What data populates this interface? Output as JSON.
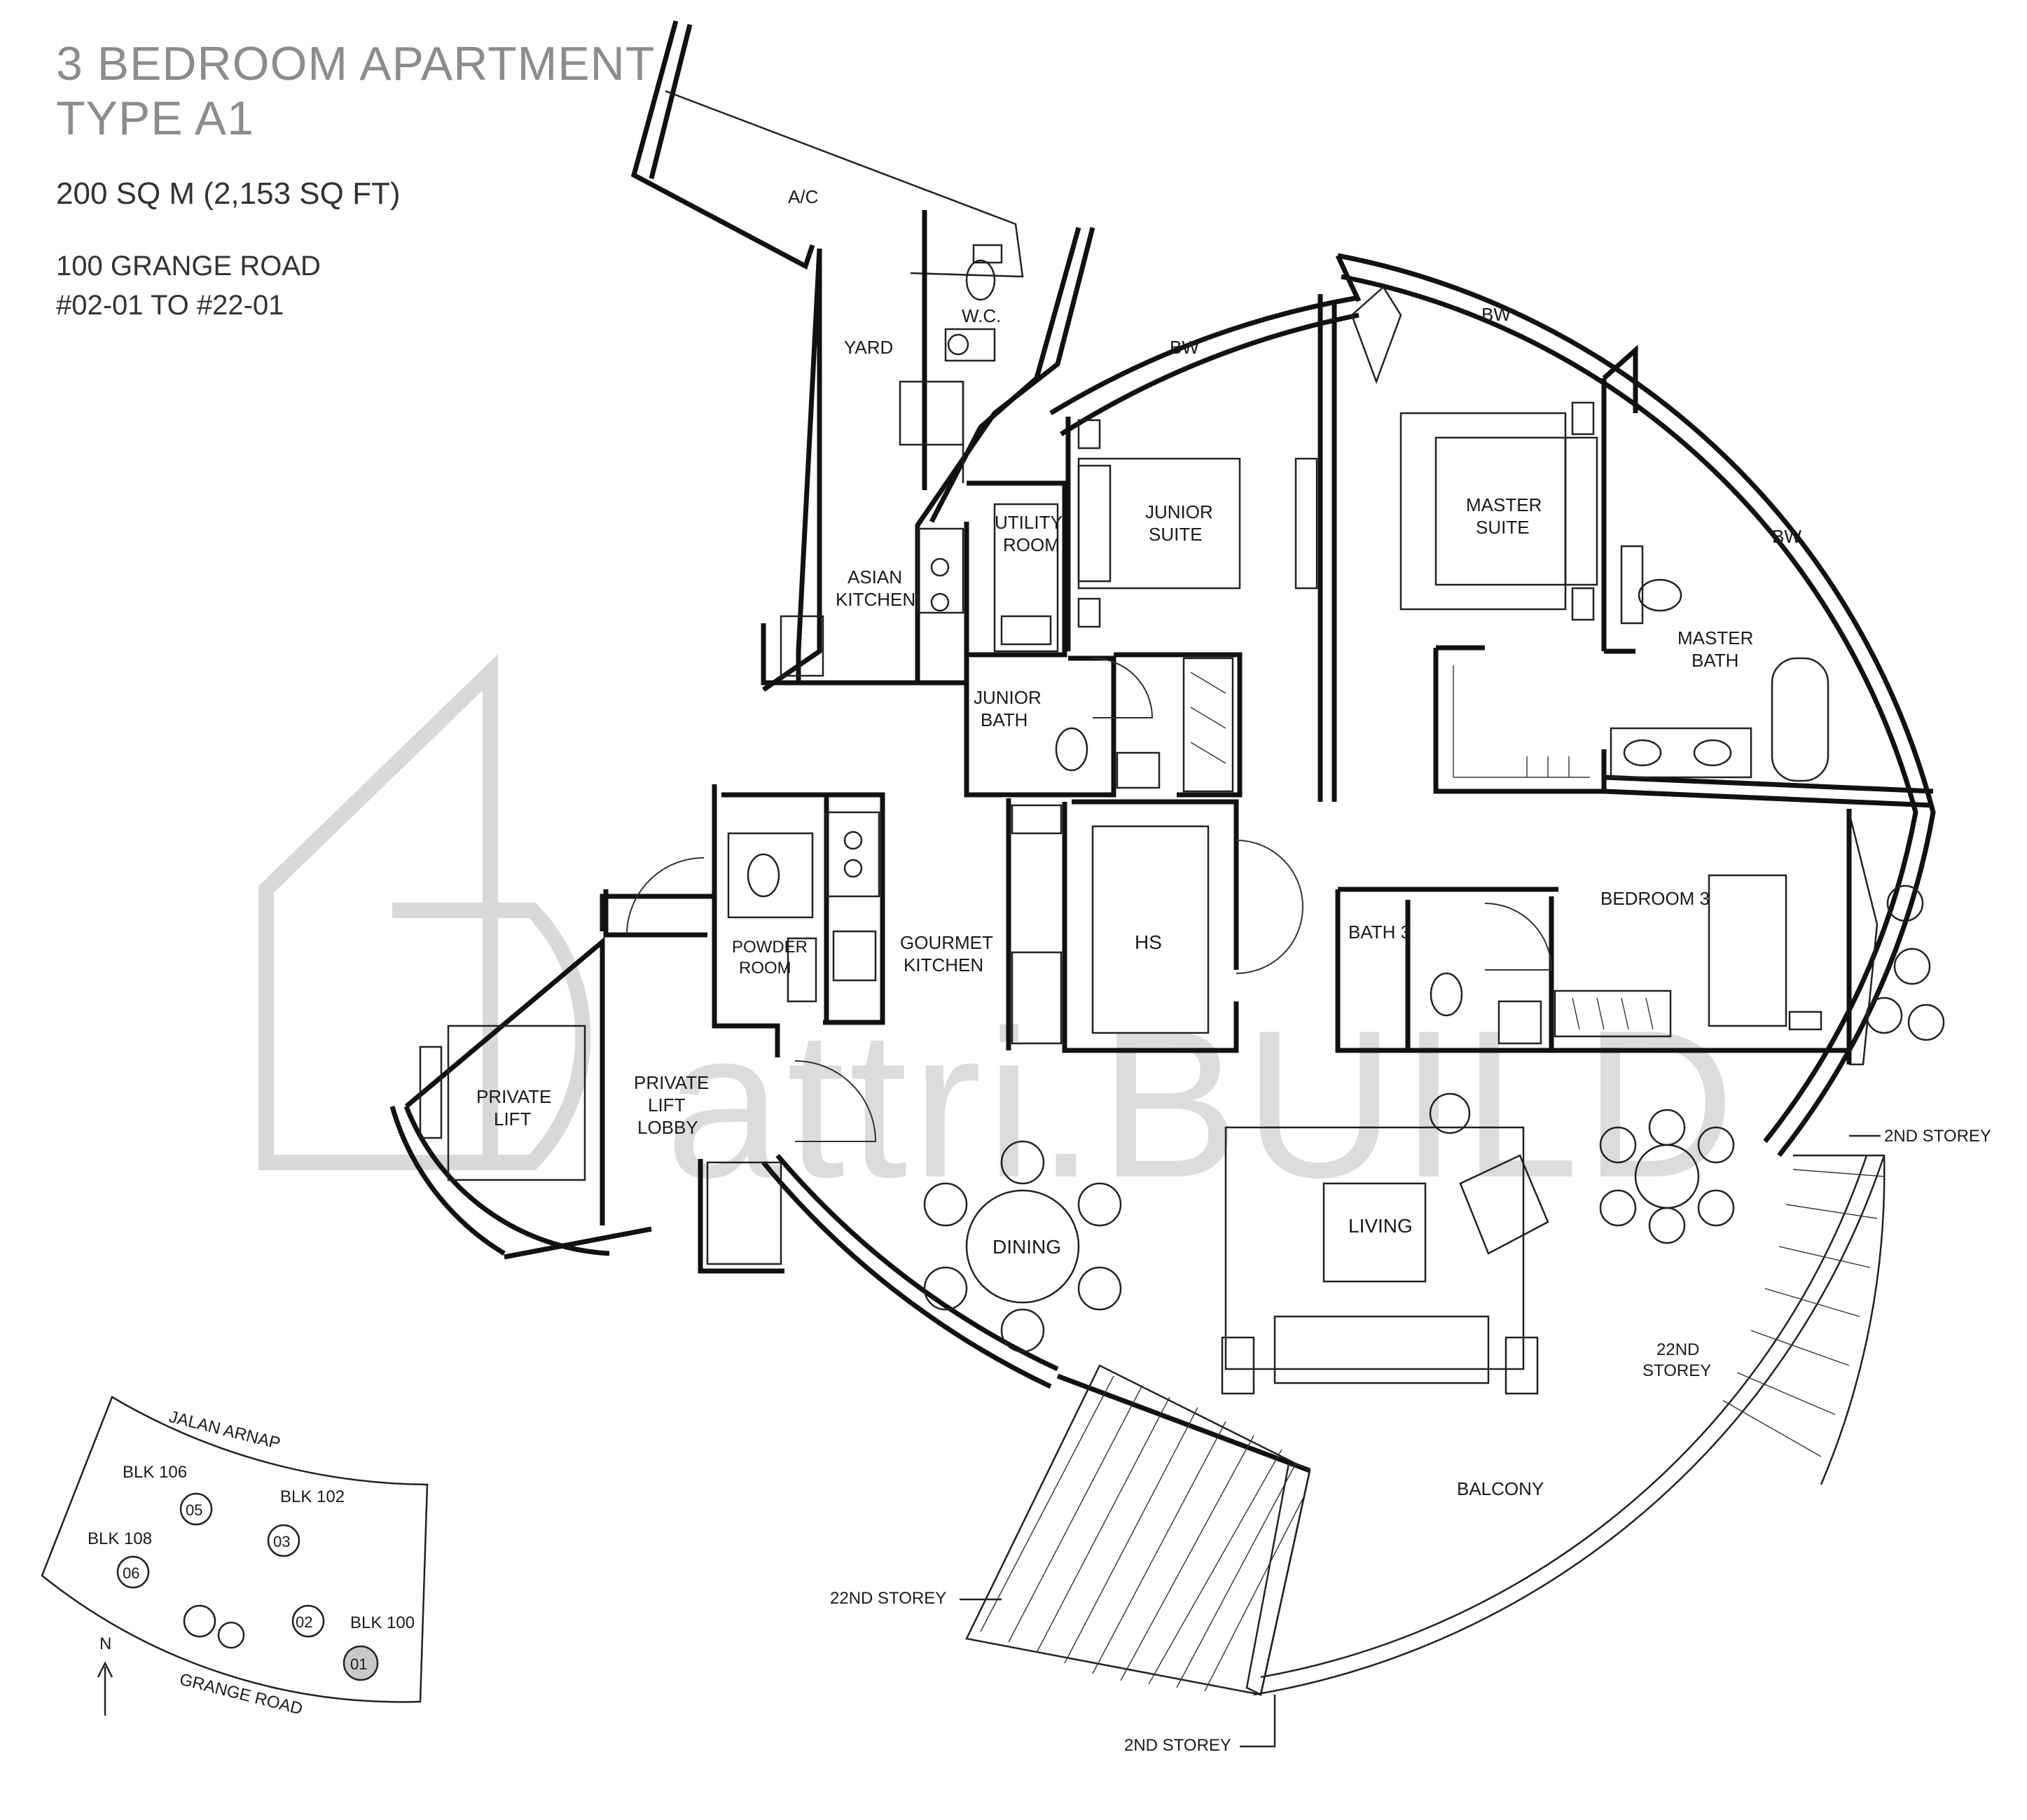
{
  "header": {
    "title_line1": "3 BEDROOM APARTMENT",
    "title_line2": "TYPE A1",
    "area": "200 SQ M (2,153 SQ FT)",
    "address": "100 GRANGE ROAD",
    "units": "#02-01 TO #22-01"
  },
  "watermark": "attri.BUILD",
  "rooms": {
    "ac": "A/C",
    "wc": "W.C.",
    "yard": "YARD",
    "bw_junior": "BW",
    "bw_master": "BW",
    "bw_right": "BW",
    "utility_l1": "UTILITY",
    "utility_l2": "ROOM",
    "junior_l1": "JUNIOR",
    "junior_l2": "SUITE",
    "master_l1": "MASTER",
    "master_l2": "SUITE",
    "asian_l1": "ASIAN",
    "asian_l2": "KITCHEN",
    "jbath_l1": "JUNIOR",
    "jbath_l2": "BATH",
    "mbath_l1": "MASTER",
    "mbath_l2": "BATH",
    "powder_l1": "POWDER",
    "powder_l2": "ROOM",
    "gourmet_l1": "GOURMET",
    "gourmet_l2": "KITCHEN",
    "hs": "HS",
    "bath3": "BATH 3",
    "bedroom3": "BEDROOM 3",
    "plift_l1": "PRIVATE",
    "plift_l2": "LIFT",
    "lobby_l1": "PRIVATE",
    "lobby_l2": "LIFT",
    "lobby_l3": "LOBBY",
    "dining": "DINING",
    "living": "LIVING",
    "balcony": "BALCONY"
  },
  "annotations": {
    "storey2_right": "2ND STOREY",
    "storey22_right_l1": "22ND",
    "storey22_right_l2": "STOREY",
    "storey22_left": "22ND STOREY",
    "storey2_bottom": "2ND STOREY"
  },
  "keyplan": {
    "road_top": "JALAN ARNAP",
    "road_bottom": "GRANGE ROAD",
    "blk106": "BLK 106",
    "blk102": "BLK 102",
    "blk108": "BLK 108",
    "blk100": "BLK 100",
    "u05": "05",
    "u03": "03",
    "u06": "06",
    "u02": "02",
    "u01": "01",
    "north": "N"
  }
}
